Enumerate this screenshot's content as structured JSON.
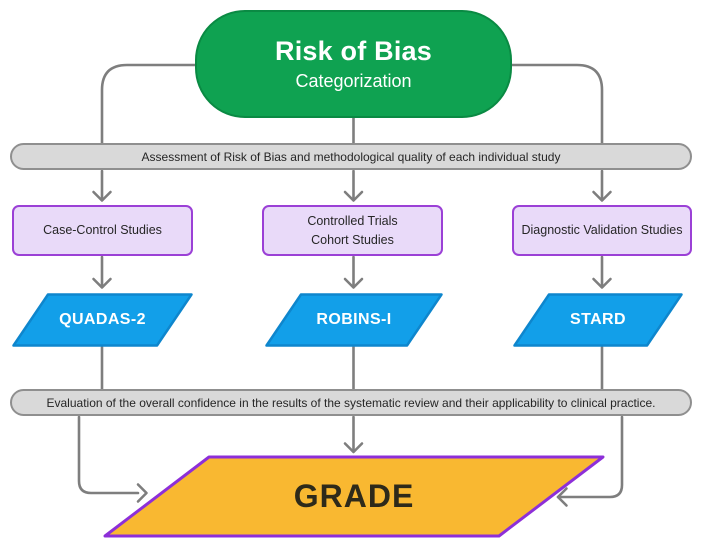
{
  "colors": {
    "green_fill": "#0fa251",
    "green_border": "#0a8a43",
    "bar_fill": "#d9d9d9",
    "bar_border": "#8f8f8f",
    "purple_fill": "#e9daf9",
    "purple_border": "#9b40d6",
    "blue_fill": "#129fe9",
    "blue_border": "#0e86cd",
    "yellow_fill": "#f9b831",
    "yellow_border": "#8d2fd8",
    "line": "#7e7e7e",
    "ink": "#262626",
    "white": "#ffffff",
    "grade_ink": "#2e2a1a"
  },
  "root": {
    "title": "Risk of Bias",
    "subtitle": "Categorization"
  },
  "assessment_bar": {
    "text": "Assessment of Risk of Bias and methodological quality of each individual study"
  },
  "columns": [
    {
      "category": "Case-Control Studies",
      "tool": "QUADAS-2"
    },
    {
      "category": "Controlled Trials\nCohort Studies",
      "tool": "ROBINS-I"
    },
    {
      "category": "Diagnostic Validation Studies",
      "tool": "STARD"
    }
  ],
  "evaluation_bar": {
    "text": "Evaluation of the overall confidence in the results of the systematic review and their applicability to clinical practice."
  },
  "grade": {
    "label": "GRADE"
  }
}
